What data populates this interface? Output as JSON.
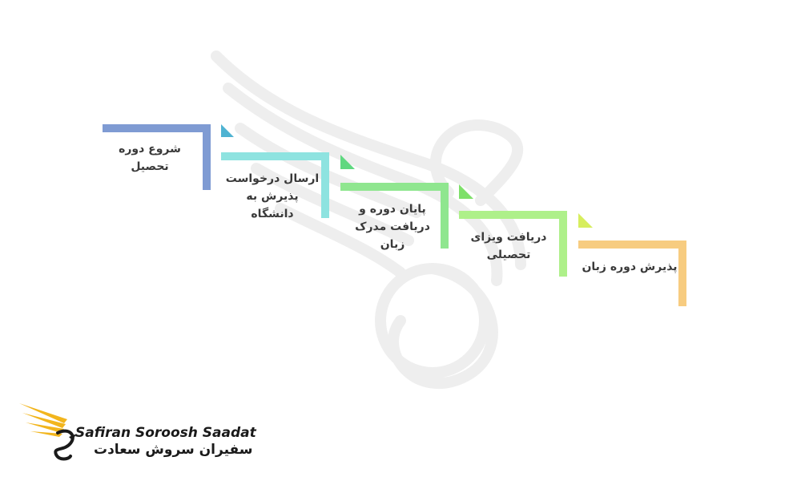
{
  "steps": [
    {
      "label": "شروع دوره تحصیل",
      "color": "#7f9bd3"
    },
    {
      "label": "ارسال درخواست پذیرش به دانشگاه",
      "color": "#8ee3e0"
    },
    {
      "label": "پایان دوره و دریافت مدرک زبان",
      "color": "#8fe68f"
    },
    {
      "label": "دریافت ویزای تحصیلی",
      "color": "#aef08a"
    },
    {
      "label": "پذیرش دوره زبان",
      "color": "#f7cc80"
    }
  ],
  "fold_colors": [
    "#5d84c3",
    "#4fb3d2",
    "#5fd880",
    "#7ee06a",
    "#d7ee5e"
  ],
  "logo": {
    "name_en": "Safiran Soroosh Saadat",
    "name_fa": "سفیران سروش سعادت"
  }
}
